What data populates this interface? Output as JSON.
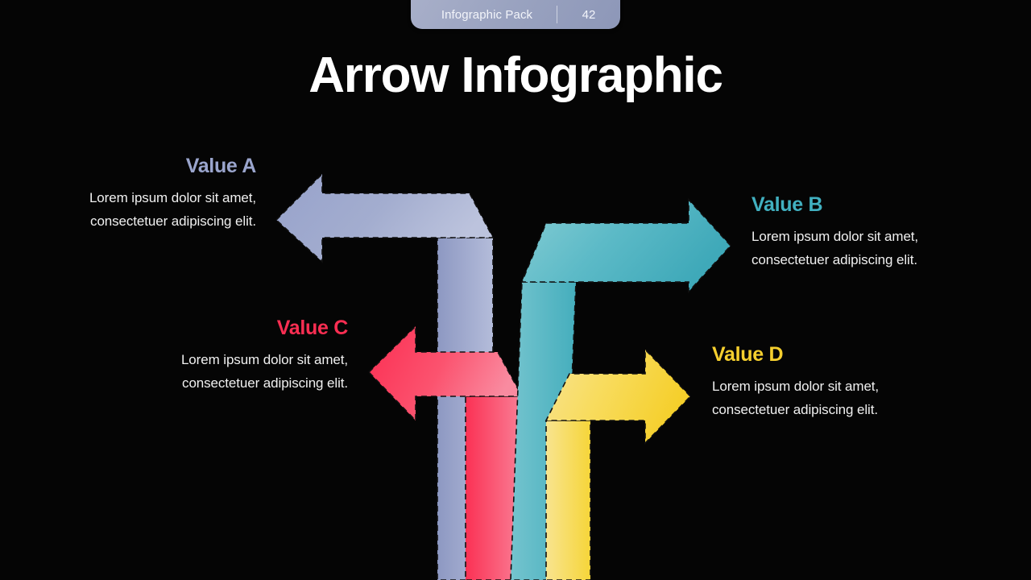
{
  "badge": {
    "label": "Infographic Pack",
    "number": "42",
    "color": "#9aa3c0"
  },
  "title": "Arrow Infographic",
  "values": [
    {
      "key": "a",
      "title": "Value A",
      "body": "Lorem ipsum dolor sit amet, consectetuer adipiscing elit.",
      "color": "#9aa5cd",
      "gradient_from": "#9aa5cd",
      "gradient_to": "#b5bdda",
      "direction": "left",
      "align": "right"
    },
    {
      "key": "b",
      "title": "Value B",
      "body": "Lorem ipsum dolor sit amet, consectetuer adipiscing elit.",
      "color": "#41b0c0",
      "gradient_from": "#4fb4c2",
      "gradient_to": "#86cdd4",
      "direction": "right",
      "align": "left"
    },
    {
      "key": "c",
      "title": "Value C",
      "body": "Lorem ipsum dolor sit amet, consectetuer adipiscing elit.",
      "color": "#fb2e52",
      "gradient_from": "#fb2e52",
      "gradient_to": "#f97d94",
      "direction": "left",
      "align": "right"
    },
    {
      "key": "d",
      "title": "Value D",
      "body": "Lorem ipsum dolor sit amet, consectetuer adipiscing elit.",
      "color": "#f5cf2e",
      "gradient_from": "#f5d22f",
      "gradient_to": "#f8e793",
      "direction": "right",
      "align": "left"
    }
  ],
  "background": "#000000"
}
